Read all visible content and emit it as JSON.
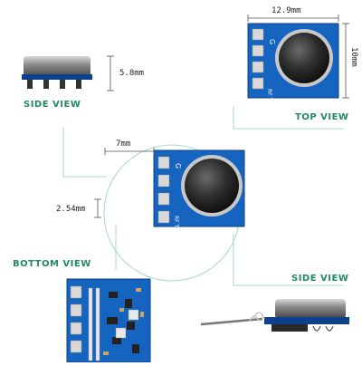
{
  "labels": {
    "side_view_top": "SIDE VIEW",
    "top_view": "TOP VIEW",
    "bottom_view": "BOTTOM VIEW",
    "side_view_bottom": "SIDE  VIEW"
  },
  "dimensions": {
    "width": "12.9mm",
    "length": "10mm",
    "height": "5.8mm",
    "pin_length": "7mm",
    "pin_pitch": "2.54mm"
  },
  "colors": {
    "pcb": "#1565c0",
    "pcb_dark": "#0d3f8a",
    "can": "#3a3a3a",
    "pin": "#8a8a8a",
    "pad": "#d9d9d9",
    "label": "#1e8a5e",
    "guide": "#a8d8c8"
  },
  "pcb_text": "RF  Tx"
}
